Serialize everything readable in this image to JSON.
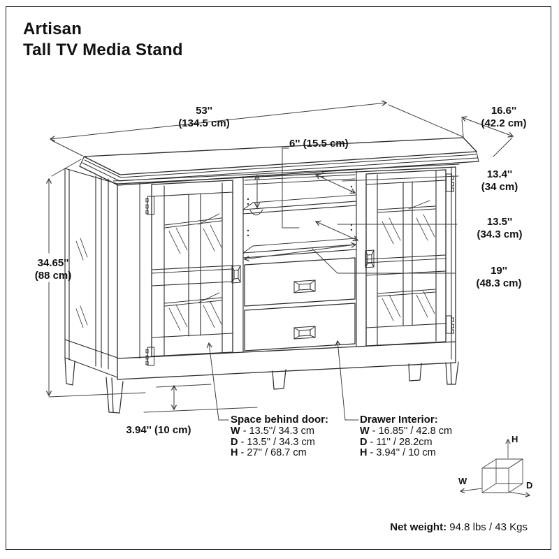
{
  "title": {
    "product_line": "Artisan",
    "product_name": "Tall TV Media Stand"
  },
  "dimensions": {
    "overall_width": {
      "inches": "53''",
      "metric": "(134.5 cm)"
    },
    "overall_depth": {
      "inches": "16.6''",
      "metric": "(42.2 cm)"
    },
    "top_shelf_clearance": {
      "label": "6'' (15.5 cm)"
    },
    "upper_shelf_depth": {
      "inches": "13.4''",
      "metric": "(34 cm)"
    },
    "middle_shelf_depth": {
      "inches": "13.5''",
      "metric": "(34.3 cm)"
    },
    "center_opening_width": {
      "inches": "19''",
      "metric": "(48.3 cm)"
    },
    "overall_height": {
      "inches": "34.65''",
      "metric": "(88 cm)"
    },
    "leg_clearance": {
      "label": "3.94'' (10 cm)"
    }
  },
  "space_behind_door": {
    "heading": "Space behind door:",
    "rows": [
      {
        "key": "W",
        "value": "- 13.5''/ 34.3 cm"
      },
      {
        "key": "D",
        "value": "- 13.5'' / 34.3 cm"
      },
      {
        "key": "H",
        "value": "- 27'' / 68.7 cm"
      }
    ]
  },
  "drawer_interior": {
    "heading": "Drawer Interior:",
    "rows": [
      {
        "key": "W",
        "value": "- 16.85'' / 42.8 cm"
      },
      {
        "key": "D",
        "value": "- 11'' / 28.2cm"
      },
      {
        "key": "H",
        "value": "- 3.94'' / 10 cm"
      }
    ]
  },
  "orientation_axes": {
    "height": "H",
    "width": "W",
    "depth": "D"
  },
  "net_weight": {
    "label": "Net weight:",
    "value": "94.8 lbs / 43 Kgs"
  },
  "colors": {
    "line": "#2b2b2b",
    "dimension_line": "#3f3f3f",
    "text": "#111111",
    "background": "#ffffff"
  }
}
